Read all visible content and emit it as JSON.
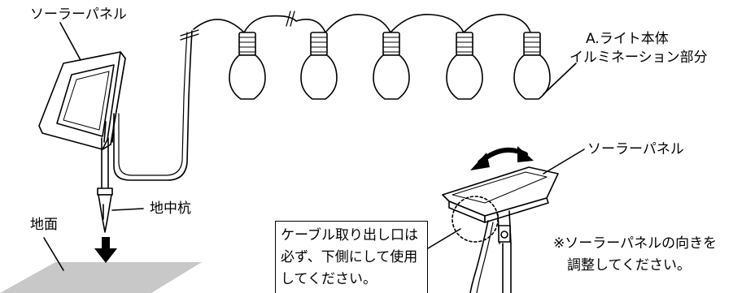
{
  "labels": {
    "solar_panel_top": "ソーラーパネル",
    "light_body_line1": "A.ライト本体",
    "light_body_line2": "イルミネーション部分",
    "stake": "地中杭",
    "ground": "地面",
    "solar_panel_detail": "ソーラーパネル",
    "adjust_line1": "※ソーラーパネルの向きを",
    "adjust_line2": "調整してください。"
  },
  "cable_note": {
    "line1": "ケーブル取り出し口は",
    "line2": "必ず、下側にして使用",
    "line3": "してください。"
  }
}
